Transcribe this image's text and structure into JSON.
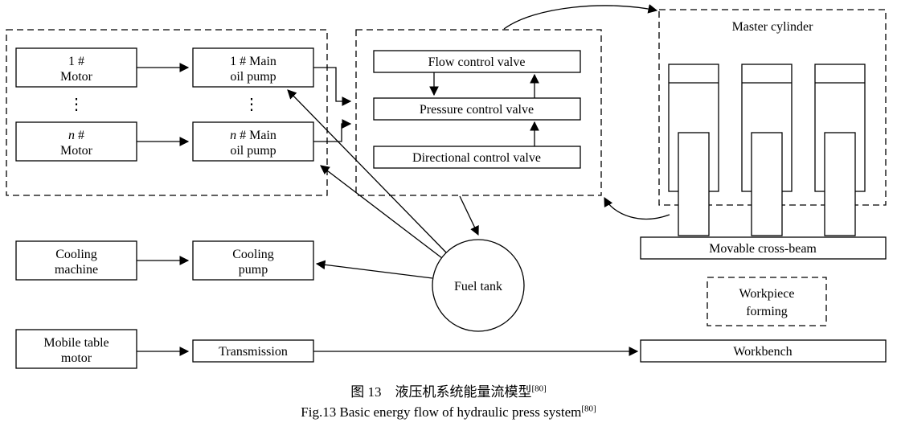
{
  "figure": {
    "boxes": {
      "motor1": {
        "line1": "1 #",
        "line2": "Motor"
      },
      "pump1": {
        "line1": "1 # Main",
        "line2": "oil pump"
      },
      "motor_n": {
        "var": "n",
        "rest": " #",
        "line2": "Motor"
      },
      "pump_n": {
        "var": "n",
        "rest": " # Main",
        "line2": "oil pump"
      },
      "flow_valve": "Flow control valve",
      "pressure_valve": "Pressure control valve",
      "directional_valve": "Directional control valve",
      "master_cylinder": "Master cylinder",
      "movable_cross_beam": "Movable cross-beam",
      "workpiece_forming": {
        "line1": "Workpiece",
        "line2": "forming"
      },
      "workbench": "Workbench",
      "cooling_machine": {
        "line1": "Cooling",
        "line2": "machine"
      },
      "cooling_pump": {
        "line1": "Cooling",
        "line2": "pump"
      },
      "mobile_table_motor": {
        "line1": "Mobile table",
        "line2": "motor"
      },
      "transmission": "Transmission",
      "fuel_tank": "Fuel tank"
    },
    "ellipsis": "⋮",
    "colors": {
      "stroke": "#000000",
      "background": "#ffffff"
    }
  },
  "caption": {
    "zh": "图 13　液压机系统能量流模型",
    "zh_sup": "[80]",
    "en": "Fig.13 Basic energy flow of hydraulic press system",
    "en_sup": "[80]"
  }
}
